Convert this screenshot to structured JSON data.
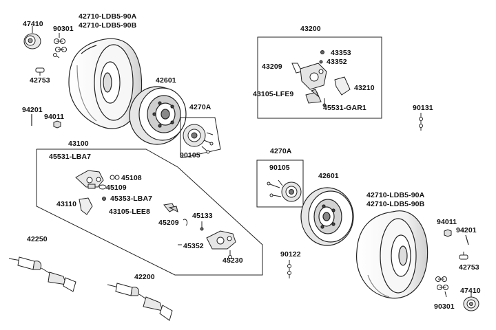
{
  "colors": {
    "ink": "#111111",
    "line": "#222222",
    "fill": "#ffffff",
    "shade": "#d9d9d9",
    "dark": "#555555"
  },
  "labels": {
    "p47410_a": "47410",
    "p90301_a": "90301",
    "tire_a_1": "42710-LDB5-90A",
    "tire_a_2": "42710-LDB5-90B",
    "p42753_a": "42753",
    "p94201_a": "94201",
    "p94011_a": "94011",
    "wheel_a": "42601",
    "hub_group_a": "4270A",
    "p90105_a": "90105",
    "caliper_group_a": "43100",
    "p45531_lba7": "45531-LBA7",
    "p45108": "45108",
    "p45109": "45109",
    "p45353_lba7": "45353-LBA7",
    "p43110": "43110",
    "p43105_lee8": "43105-LEE8",
    "p45209": "45209",
    "p45133": "45133",
    "p45352": "45352",
    "p45230": "45230",
    "axle_a": "42250",
    "axle_b": "42200",
    "caliper_group_b": "43200",
    "p43353": "43353",
    "p43352": "43352",
    "p43209": "43209",
    "p43210": "43210",
    "p43105_lfe9": "43105-LFE9",
    "p45531_gar1": "45531-GAR1",
    "p90131": "90131",
    "hub_group_b": "4270A",
    "p90105_b": "90105",
    "wheel_b": "42601",
    "tire_b_1": "42710-LDB5-90A",
    "tire_b_2": "42710-LDB5-90B",
    "p94011_b": "94011",
    "p94201_b": "94201",
    "p90122": "90122",
    "p42753_b": "42753",
    "p47410_b": "47410",
    "p90301_b": "90301"
  }
}
